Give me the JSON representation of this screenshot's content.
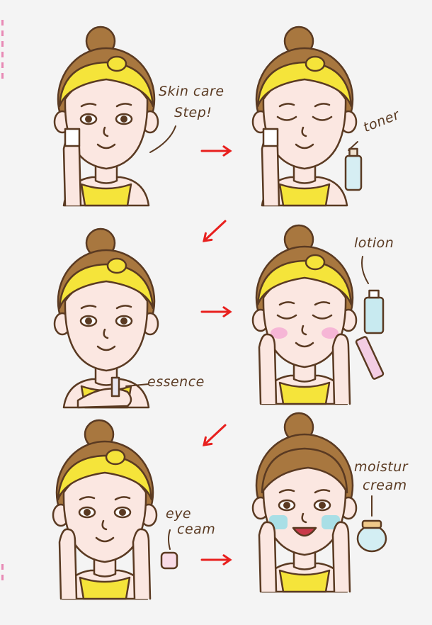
{
  "colors": {
    "background": "#f4f4f4",
    "outline": "#5a3a22",
    "hair": "#a8773f",
    "headband": "#f5e43a",
    "skin": "#fbe7e1",
    "arrow": "#e8201e",
    "blush_pink": "#f6b6d6",
    "mask_blue": "#a9dfe6"
  },
  "steps": [
    {
      "label_lines": [
        "Skin care",
        "Step!"
      ],
      "pose": "pad-on-cheek"
    },
    {
      "label_lines": [
        "toner"
      ],
      "pose": "eyes-closed-pad"
    },
    {
      "label_lines": [
        "essence"
      ],
      "pose": "holding-dropper"
    },
    {
      "label_lines": [
        "lotion"
      ],
      "pose": "hands-on-cheeks-blush"
    },
    {
      "label_lines": [
        "eye",
        "ceam"
      ],
      "pose": "fingers-under-eyes"
    },
    {
      "label_lines": [
        "moistur",
        "cream"
      ],
      "pose": "smiling-no-headband"
    }
  ]
}
